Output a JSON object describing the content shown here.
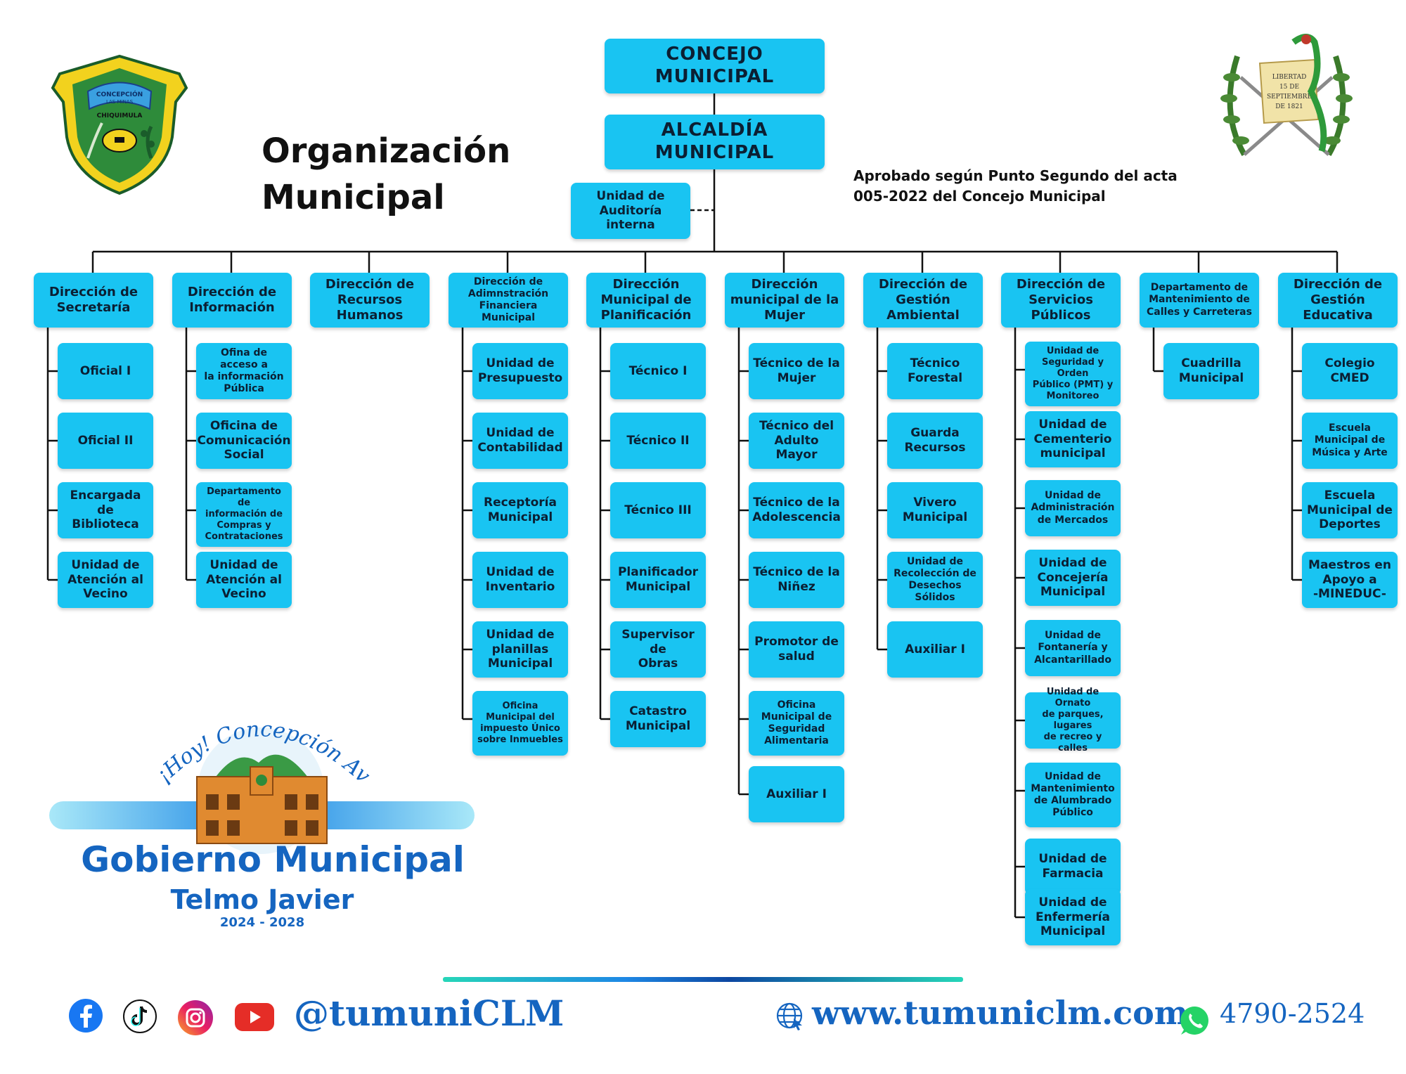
{
  "colors": {
    "box": "#19c4f2",
    "text_dark": "#0b1f33",
    "brand_blue": "#1565c0",
    "line": "#111111"
  },
  "title": "Organización\nMunicipal",
  "approval": "Aprobado según Punto Segundo del acta\n005-2022  del Concejo Municipal",
  "top": {
    "concejo": "CONCEJO MUNICIPAL",
    "alcaldia": "ALCALDÍA MUNICIPAL",
    "auditoria": "Unidad de\nAuditoría interna"
  },
  "columns": [
    {
      "director": "Dirección de\nSecretaría",
      "units": [
        "Oficial I",
        "Oficial II",
        "Encargada de\nBiblioteca",
        "Unidad de\nAtención al\nVecino"
      ]
    },
    {
      "director": "Dirección de\nInformación",
      "units": [
        "Ofina de acceso a\nla información\nPública",
        "Oficina de\nComunicación\nSocial",
        "Departamento de\ninformación de\nCompras y\nContrataciones",
        "Unidad de\nAtención al\nVecino"
      ]
    },
    {
      "director": "Dirección de\nRecursos\nHumanos",
      "units": []
    },
    {
      "director": "Dirección de\nAdimnstración\nFinanciera Municipal",
      "units": [
        "Unidad de\nPresupuesto",
        "Unidad de\nContabilidad",
        "Receptoría\nMunicipal",
        "Unidad de\nInventario",
        "Unidad de\nplanillas\nMunicipal",
        "Oficina\nMunicipal del\nimpuesto Único\nsobre Inmuebles"
      ]
    },
    {
      "director": "Dirección\nMunicipal de\nPlanificación",
      "units": [
        "Técnico I",
        "Técnico II",
        "Técnico III",
        "Planificador\nMunicipal",
        "Supervisor de\nObras",
        "Catastro\nMunicipal"
      ]
    },
    {
      "director": "Dirección\nmunicipal de la\nMujer",
      "units": [
        "Técnico de la\nMujer",
        "Técnico del\nAdulto Mayor",
        "Técnico de la\nAdolescencia",
        "Técnico de la\nNiñez",
        "Promotor de\nsalud",
        "Oficina\nMunicipal de\nSeguridad\nAlimentaria",
        "Auxiliar I"
      ]
    },
    {
      "director": "Dirección de\nGestión\nAmbiental",
      "units": [
        "Técnico\nForestal",
        "Guarda\nRecursos",
        "Vivero\nMunicipal",
        "Unidad de\nRecolección de\nDesechos Sólidos",
        "Auxiliar I"
      ]
    },
    {
      "director": "Dirección de\nServicios Públicos",
      "units": [
        "Unidad de\nSeguridad y Orden\nPúblico (PMT) y\nMonitoreo",
        "Unidad de\nCementerio\nmunicipal",
        "Unidad de\nAdministración\nde Mercados",
        "Unidad de\nConcejería\nMunicipal",
        "Unidad de\nFontanería y\nAlcantarillado",
        "Unidad de Ornato\nde parques, lugares\nde recreo y calles",
        "Unidad de\nMantenimiento\nde Alumbrado\nPúblico",
        "Unidad de\nFarmacia",
        "Unidad de\nEnfermería\nMunicipal"
      ]
    },
    {
      "director": "Departamento de\nMantenimiento de\nCalles y Carreteras",
      "units": [
        "Cuadrilla\nMunicipal"
      ]
    },
    {
      "director": "Dirección de\nGestión Educativa",
      "units": [
        "Colegio\nCMED",
        "Escuela\nMunicipal de\nMúsica y Arte",
        "Escuela\nMunicipal de\nDeportes",
        "Maestros en\nApoyo a\n-MINEDUC-"
      ]
    }
  ],
  "logo": {
    "shield_top": "CONCEPCIÓN\nLAS MINAS",
    "shield_name": "CHIQUIMULA",
    "scroll": "LIBERTAD\n15 DE\nSEPTIEMBRE\nDE 1821"
  },
  "footer_logo": {
    "slogan": "¡Hoy! Concepción Avanza",
    "gov_title": "Gobierno Municipal",
    "gov_name": "Telmo Javier",
    "gov_years": "2024 - 2028"
  },
  "contact": {
    "social_icons": [
      "facebook-icon",
      "tiktok-icon",
      "instagram-icon",
      "youtube-icon"
    ],
    "handle": "@tumuniCLM",
    "website": "www.tumuniclm.com",
    "phone": "4790-2524"
  }
}
